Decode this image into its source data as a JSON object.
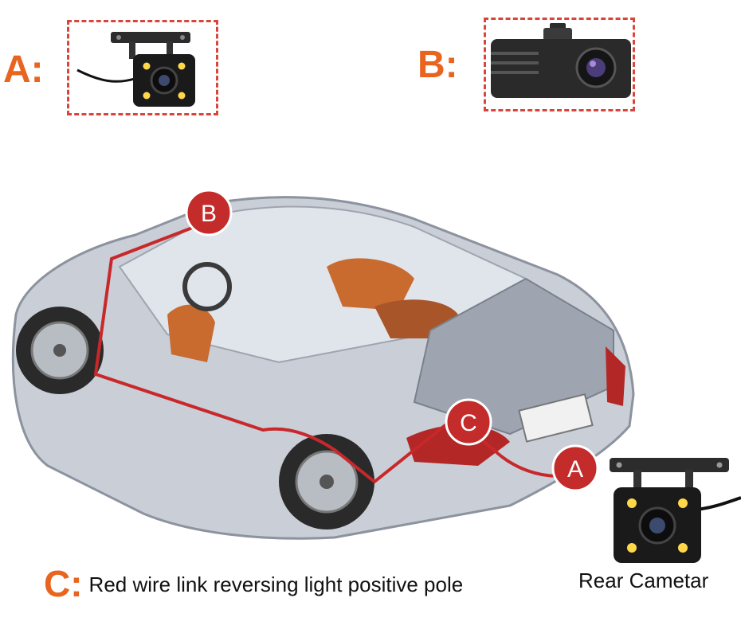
{
  "labels": {
    "a_key": "A:",
    "b_key": "B:",
    "c_key": "C:",
    "c_text": "Red wire link reversing light positive pole",
    "rear_camera": "Rear Cametar",
    "marker_a": "A",
    "marker_b": "B",
    "marker_c": "C"
  },
  "colors": {
    "accent_orange": "#e8641f",
    "wire_red": "#c8282a",
    "marker_red": "#c42b2b",
    "frame_red": "#d9453a"
  },
  "icons": {
    "rear_camera": "rear-camera-icon",
    "dash_camera": "dash-camera-icon",
    "car": "car-cutaway-illustration"
  }
}
